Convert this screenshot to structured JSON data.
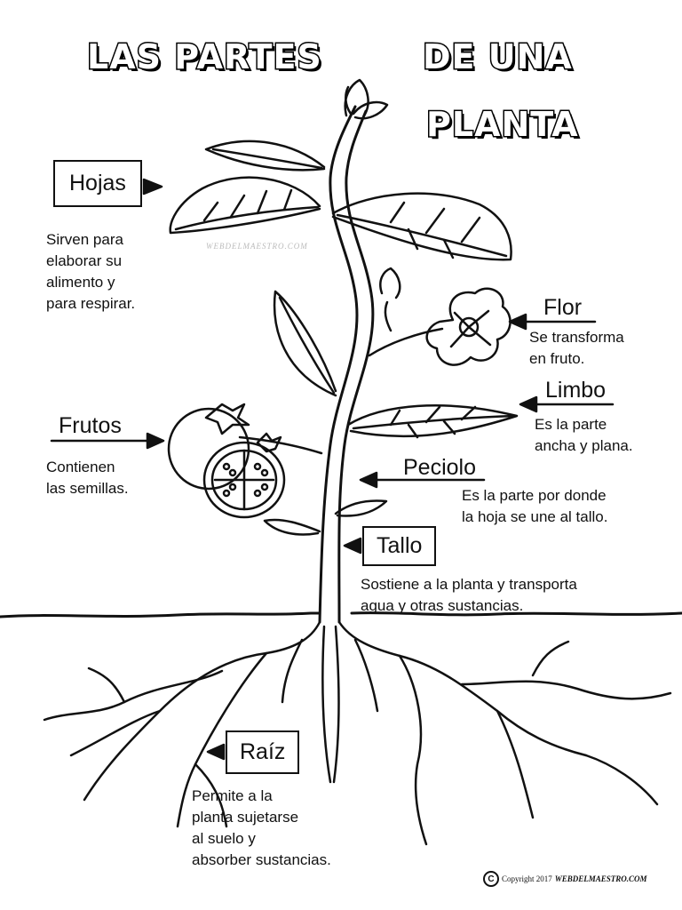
{
  "title": {
    "line1a": "LAS PARTES",
    "line1b": "DE UNA",
    "line2": "PLANTA"
  },
  "parts": {
    "hojas": {
      "label": "Hojas",
      "lines": [
        "Sirven para",
        "elaborar su",
        "alimento y",
        "para respirar."
      ]
    },
    "flor": {
      "label": "Flor",
      "lines": [
        "Se transforma",
        "en fruto."
      ]
    },
    "limbo": {
      "label": "Limbo",
      "lines": [
        "Es la parte",
        "ancha y plana."
      ]
    },
    "frutos": {
      "label": "Frutos",
      "lines": [
        "Contienen",
        "las semillas."
      ]
    },
    "peciolo": {
      "label": "Peciolo",
      "lines": [
        "Es la parte por donde",
        "la hoja se une al tallo."
      ]
    },
    "tallo": {
      "label": "Tallo",
      "lines": [
        "Sostiene a la planta y transporta",
        "agua y otras sustancias."
      ]
    },
    "raiz": {
      "label": "Raíz",
      "lines": [
        "Permite a la",
        "planta sujetarse",
        "al suelo y",
        "absorber sustancias."
      ]
    }
  },
  "watermark": "WEBDELMAESTRO.COM",
  "copyright": {
    "symbol": "C",
    "text": "Copyright 2017",
    "site": "WEBDELMAESTRO.COM"
  }
}
